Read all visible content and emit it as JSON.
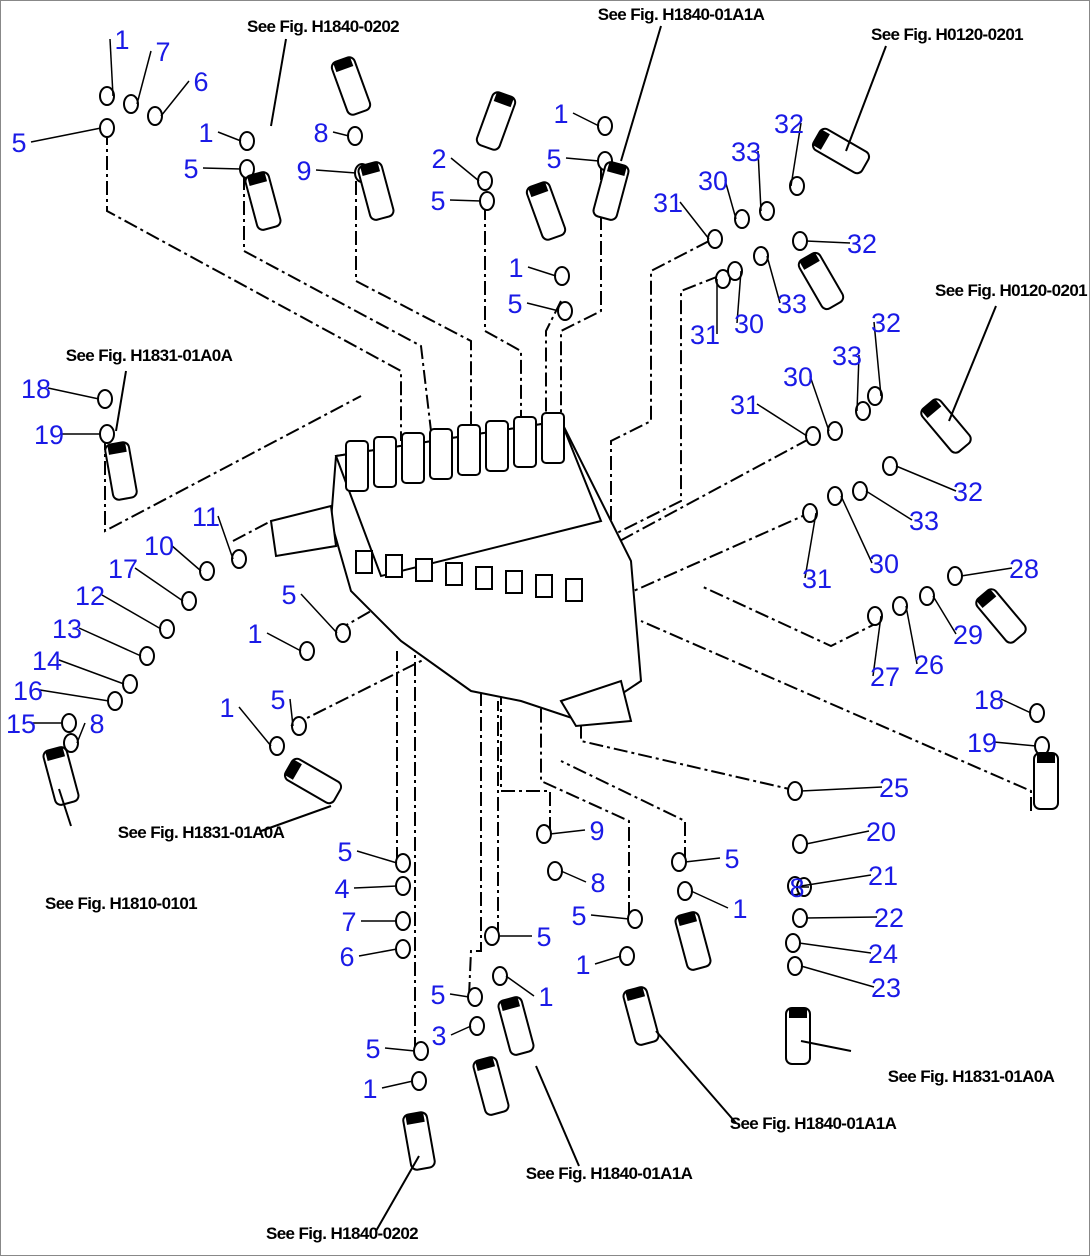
{
  "diagram": {
    "callout_color": "#1a1ae6",
    "callouts": [
      "1",
      "7",
      "6",
      "5",
      "1",
      "5",
      "8",
      "9",
      "2",
      "5",
      "1",
      "5",
      "1",
      "5",
      "31",
      "30",
      "33",
      "32",
      "32",
      "31",
      "30",
      "33",
      "32",
      "33",
      "30",
      "31",
      "32",
      "33",
      "31",
      "30",
      "28",
      "29",
      "27",
      "26",
      "18",
      "19",
      "11",
      "10",
      "17",
      "12",
      "13",
      "14",
      "16",
      "15",
      "8",
      "5",
      "1",
      "1",
      "5",
      "18",
      "19",
      "25",
      "20",
      "21",
      "8",
      "22",
      "24",
      "23",
      "9",
      "8",
      "5",
      "1",
      "5",
      "4",
      "7",
      "6",
      "5",
      "5",
      "1",
      "1",
      "5",
      "3",
      "5",
      "1"
    ],
    "references": [
      "See Fig. H1840-0202",
      "See Fig. H1840-01A1A",
      "See Fig. H0120-0201",
      "See Fig. H0120-0201",
      "See Fig. H1831-01A0A",
      "See Fig. H1831-01A0A",
      "See Fig. H1810-0101",
      "See Fig. H1831-01A0A",
      "See Fig. H1840-01A1A",
      "See Fig. H1840-01A1A",
      "See Fig. H1840-0202"
    ]
  }
}
